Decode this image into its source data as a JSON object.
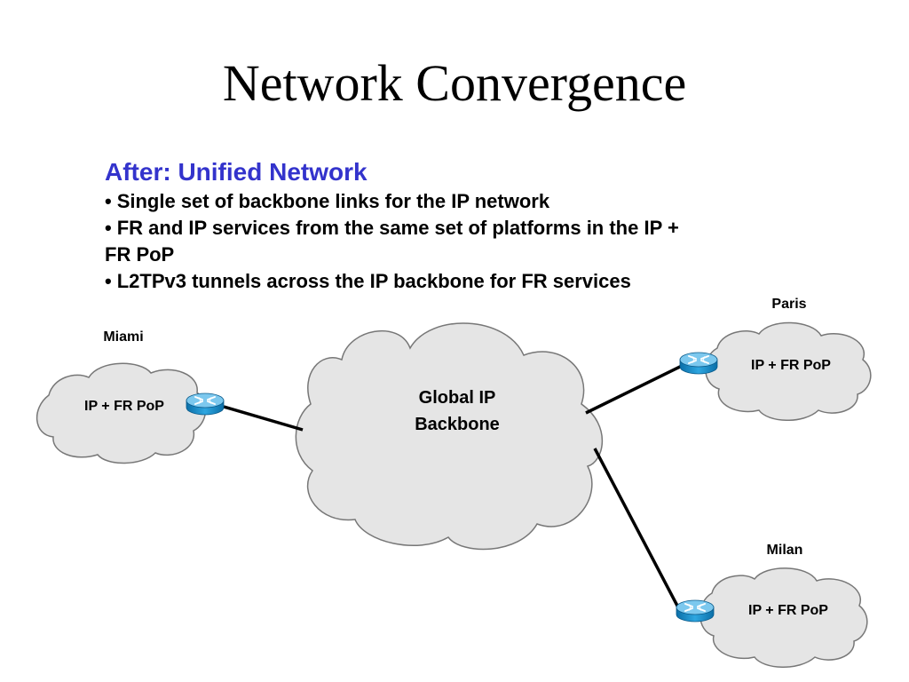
{
  "slide": {
    "title": "Network Convergence",
    "subheading": "After: Unified Network",
    "bullets": [
      "Single set of backbone links for the IP network",
      "FR and IP services from the same set of platforms in the IP +",
      "FR  PoP",
      "L2TPv3 tunnels across the IP backbone for FR services"
    ],
    "bullet_marker": "•"
  },
  "diagram": {
    "backbone": {
      "line1": "Global IP",
      "line2": "Backbone"
    },
    "sites": [
      {
        "name": "Miami",
        "pop_label": "IP + FR PoP"
      },
      {
        "name": "Paris",
        "pop_label": "IP + FR PoP"
      },
      {
        "name": "Milan",
        "pop_label": "IP + FR PoP"
      }
    ],
    "icons": {
      "router": "router-icon"
    }
  },
  "colors": {
    "subheading": "#3333cc",
    "cloud_fill": "#e5e5e5",
    "cloud_stroke": "#777777",
    "router_blue": "#1e93d0",
    "router_top": "#7cc8ee",
    "link": "#000000"
  }
}
